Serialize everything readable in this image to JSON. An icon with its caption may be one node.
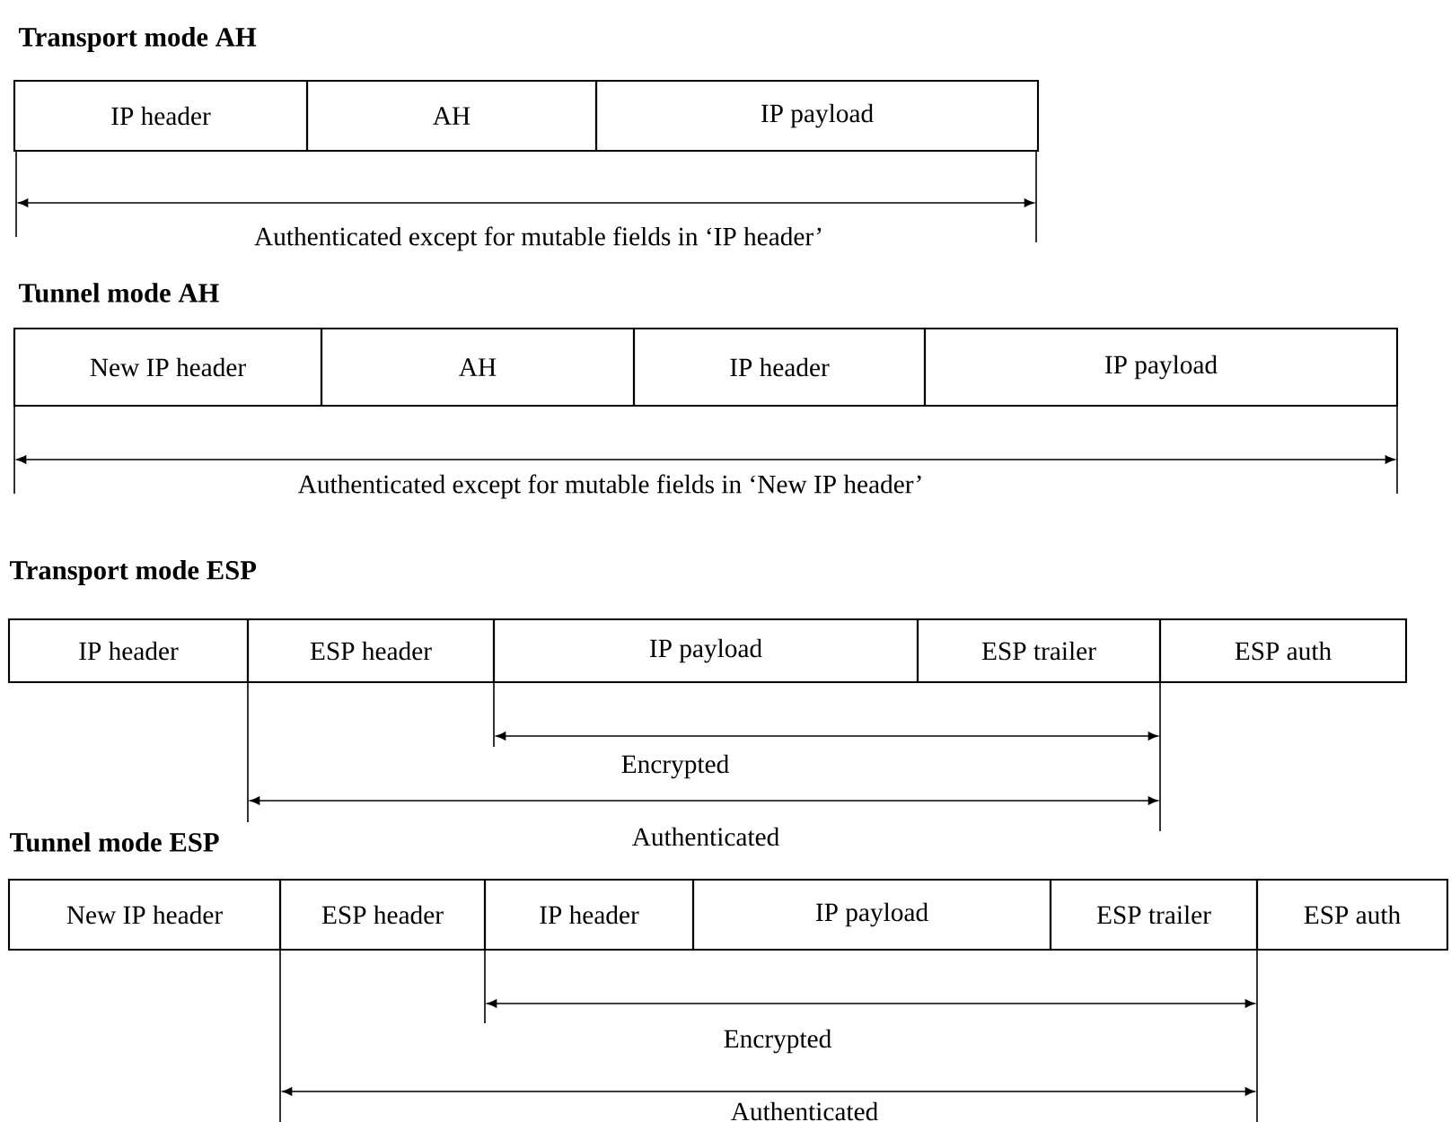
{
  "diagram": {
    "nodes": [
      {
        "text": [
          "IP header"
        ]
      },
      {
        "text": [
          "AH"
        ]
      },
      {
        "text": [
          "IP payload"
        ]
      },
      {
        "text": [
          "New IP header"
        ]
      },
      {
        "text": [
          "AH"
        ]
      },
      {
        "text": [
          "IP header"
        ]
      },
      {
        "text": [
          "IP payload"
        ]
      },
      {
        "text": [
          "IP header"
        ]
      },
      {
        "text": [
          "ESP header"
        ]
      },
      {
        "text": [
          "IP payload"
        ]
      },
      {
        "text": [
          "ESP trailer"
        ]
      },
      {
        "text": [
          "ESP auth"
        ]
      },
      {
        "text": [
          "New IP header"
        ]
      },
      {
        "text": [
          "ESP header"
        ]
      },
      {
        "text": [
          "IP header"
        ]
      },
      {
        "text": [
          "IP payload"
        ]
      },
      {
        "text": [
          "ESP trailer"
        ]
      },
      {
        "text": [
          "ESP auth"
        ]
      }
    ],
    "labels": [
      "Transport mode AH",
      "Authenticated except for mutable fields in ‘IP header’",
      "Tunnel mode AH",
      "Authenticated except for mutable fields in ‘New IP header’",
      "Transport mode ESP",
      "Encrypted",
      "Authenticated",
      "Tunnel mode ESP",
      "Encrypted",
      "Authenticated"
    ]
  }
}
